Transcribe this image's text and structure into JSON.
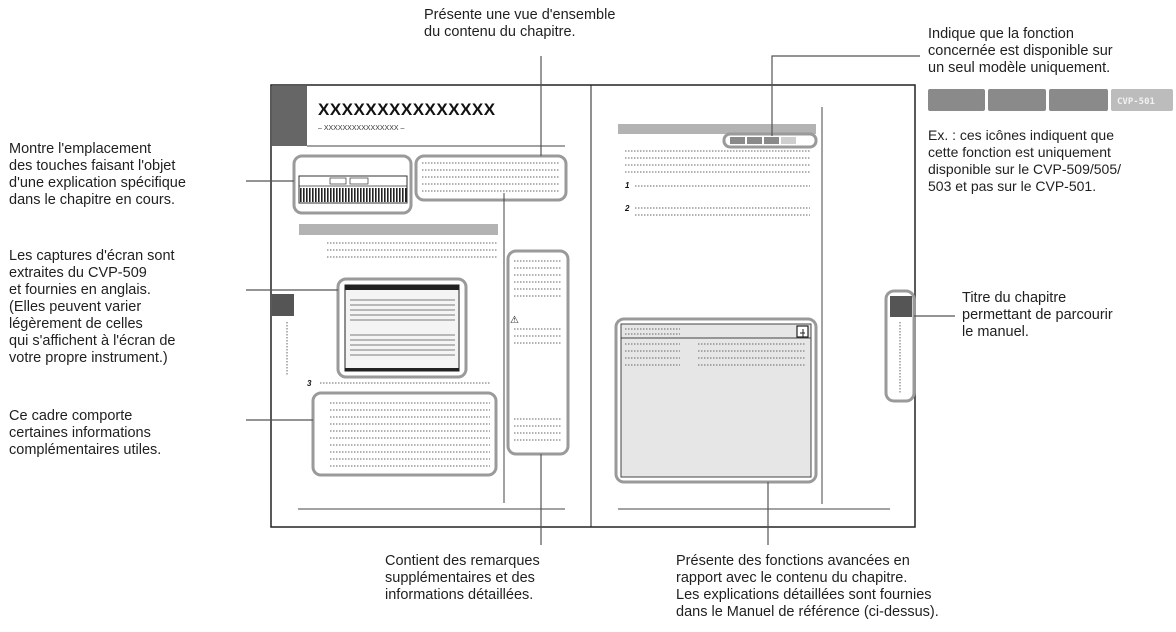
{
  "page": {
    "title_placeholder": "XXXXXXXXXXXXXXX",
    "subtitle_placeholder": "– XXXXXXXXXXXXXXXX –",
    "step1": "1",
    "step2": "2",
    "step3": "3",
    "model_tag": "CVP-501",
    "warning_symbol": "⚠"
  },
  "annotations": {
    "overview": "Présente une vue d'ensemble\ndu contenu du chapitre.",
    "model_only": "Indique que la fonction\nconcernée est disponible sur\nun seul modèle uniquement.",
    "model_example": "Ex. : ces icônes indiquent que\ncette fonction est uniquement\ndisponible sur le CVP-509/505/\n503 et pas sur le CVP-501.",
    "keys_location": "Montre l'emplacement\ndes touches faisant l'objet\nd'une explication spécifique\ndans le chapitre en cours.",
    "screenshots": "Les captures d'écran sont\nextraites du CVP-509\net fournies en anglais.\n(Elles peuvent varier\nlégèrement de celles\nqui s'affichent à l'écran de\nvotre propre instrument.)",
    "frame_info": "Ce cadre comporte\ncertaines informations\ncomplémentaires utiles.",
    "chapter_title": "Titre du chapitre\npermettant de parcourir\nle manuel.",
    "remarks": "Contient des remarques\nsupplémentaires et des\ninformations détaillées.",
    "advanced": "Présente des fonctions avancées en\nrapport avec le contenu du chapitre.\nLes explications détaillées sont fournies\ndans le Manuel de référence (ci-dessus)."
  },
  "icons": {
    "warning": "warning-icon",
    "reference": "reference-page-icon"
  },
  "colors": {
    "chapter_tab": "#555555",
    "model_tag": "#8a8a8a",
    "model_tag_inactive": "#bcbcbc",
    "frame_border": "#9a9a9a"
  }
}
